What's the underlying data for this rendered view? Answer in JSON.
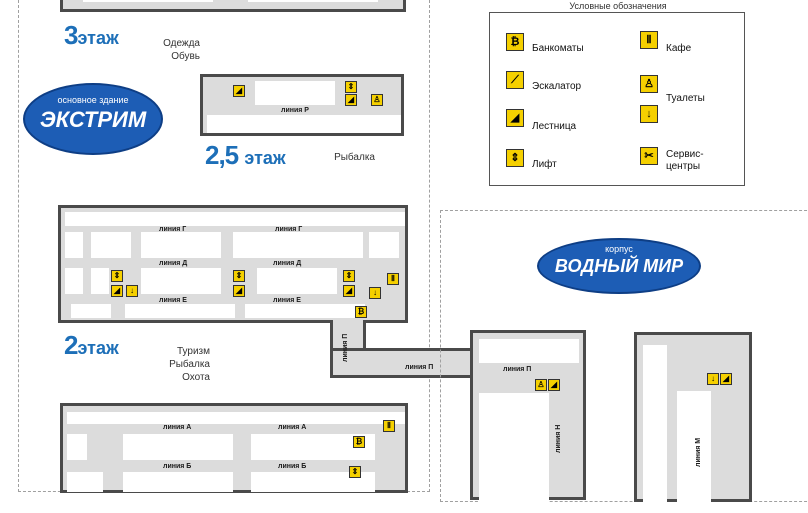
{
  "floors": {
    "f3": {
      "number": "3",
      "word": "этаж",
      "categories": [
        "Одежда",
        "Обувь"
      ]
    },
    "f25": {
      "number": "2,5",
      "word": "этаж",
      "categories": [
        "Рыбалка"
      ]
    },
    "f2": {
      "number": "2",
      "word": "этаж",
      "categories": [
        "Туризм",
        "Рыбалка",
        "Охота"
      ]
    }
  },
  "logo_main": {
    "top": "основное здание",
    "name": "ЭКСТРИМ",
    "name_accent": "Х"
  },
  "logo_water": {
    "top": "корпус",
    "name": "ВОДНЫЙ МИР"
  },
  "lines": {
    "r": "линия Р",
    "g": "линия Г",
    "d": "линия Д",
    "e": "линия Е",
    "p": "линия П",
    "a": "линия А",
    "b": "линия Б",
    "n": "линия Н",
    "m": "линия М"
  },
  "legend": {
    "title": "Условные обозначения",
    "items": [
      {
        "label": "Банкоматы",
        "icon": "atm-icon"
      },
      {
        "label": "Эскалатор",
        "icon": "escalator-icon"
      },
      {
        "label": "Лестница",
        "icon": "stairs-icon"
      },
      {
        "label": "Лифт",
        "icon": "elevator-icon"
      },
      {
        "label": "Кафе",
        "icon": "cafe-icon"
      },
      {
        "label": "Туалеты",
        "icon": "toilet-icon"
      },
      {
        "label": "Сервис-",
        "icon": "service-icon"
      },
      {
        "label": "центры",
        "icon": ""
      }
    ]
  },
  "colors": {
    "brand_blue": "#1d6fb8",
    "icon_yellow": "#f5d000",
    "wall": "#4a4a4a",
    "floor": "#dcdcdc"
  },
  "glyphs": {
    "atm": "₿",
    "escalator": "⟋",
    "stairs": "◢",
    "elevator": "⇕",
    "cafe": "Ⅱ",
    "toilet": "♙",
    "down": "↓",
    "service": "✂"
  }
}
